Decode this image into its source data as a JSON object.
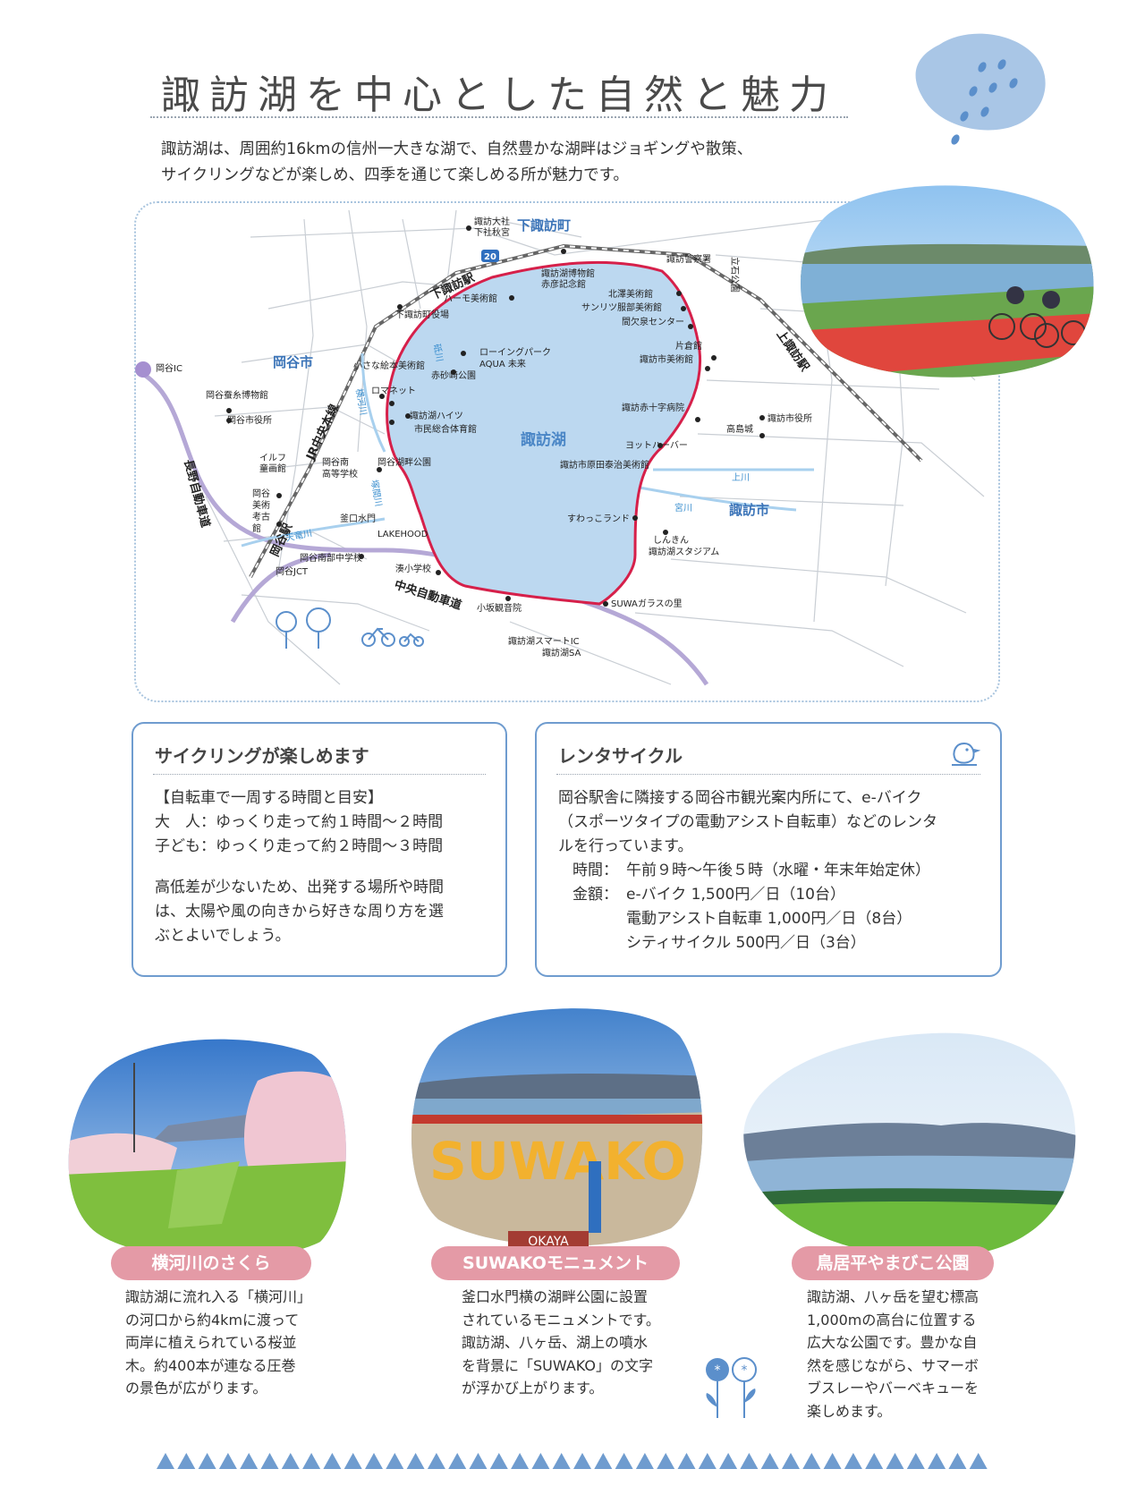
{
  "header": {
    "title": "諏訪湖を中心とした自然と魅力",
    "intro_lines": [
      "諏訪湖は、周囲約16kmの信州一大きな湖で、自然豊かな湖畔はジョギングや散策、",
      "サイクリングなどが楽しめ、四季を通じて楽しめる所が魅力です。"
    ]
  },
  "map": {
    "lake_name": "諏訪湖",
    "cities": [
      "岡谷市",
      "諏訪市",
      "下諏訪町"
    ],
    "rail": [
      "JR中央本線",
      "下諏訪駅",
      "上諏訪駅",
      "岡谷駅"
    ],
    "roads": [
      "長野自動車道",
      "中央自動車道"
    ],
    "rivers": [
      "横河川",
      "天竜川",
      "塚間川",
      "砥川",
      "上川",
      "宮川"
    ],
    "route_badge": "20",
    "places": [
      "諏訪大社",
      "下社秋宮",
      "ハーモ美術館",
      "下諏訪町役場",
      "諏訪湖博物館",
      "赤彦記念館",
      "諏訪警察署",
      "立石公園",
      "北澤美術館",
      "サンリツ服部美術館",
      "間欠泉センター",
      "片倉館",
      "諏訪市美術館",
      "諏訪赤十字病院",
      "諏訪市役所",
      "高島城",
      "ヨットハーバー",
      "諏訪市原田泰治美術館",
      "すわっこランド",
      "しんきん",
      "諏訪湖スタジアム",
      "SUWAガラスの里",
      "小坂観音院",
      "諏訪湖スマートIC",
      "諏訪湖SA",
      "湊小学校",
      "岡谷南部中学校",
      "LAKEHOOD",
      "釜口水門",
      "岡谷湖畔公園",
      "岡谷南",
      "高等学校",
      "市民総合体育館",
      "諏訪湖ハイツ",
      "ロマネット",
      "小さな絵本美術館",
      "赤砂崎公園",
      "ローイングパーク",
      "AQUA 未来",
      "岡谷IC",
      "岡谷蚕糸博物館",
      "岡谷市役所",
      "イルフ",
      "童画館",
      "岡谷JCT",
      "岡谷",
      "美術",
      "考古",
      "館"
    ]
  },
  "cycling": {
    "title": "サイクリングが楽しめます",
    "subtitle": "【自転車で一周する時間と目安】",
    "adult": "大　人：ゆっくり走って約１時間〜２時間",
    "child": "子ども：ゆっくり走って約２時間〜３時間",
    "note_lines": [
      "高低差が少ないため、出発する場所や時間",
      "は、太陽や風の向きから好きな周り方を選",
      "ぶとよいでしょう。"
    ]
  },
  "rental": {
    "title": "レンタサイクル",
    "body_lines": [
      "岡谷駅舎に隣接する岡谷市観光案内所にて、e-バイク",
      "（スポーツタイプの電動アシスト自転車）などのレンタ",
      "ルを行っています。"
    ],
    "hours_label": "時間：",
    "hours_value": "午前９時〜午後５時（水曜・年末年始定休）",
    "price_label": "金額：",
    "prices": [
      "e-バイク 1,500円／日（10台）",
      "電動アシスト自転車 1,000円／日（8台）",
      "シティサイクル 500円／日（3台）"
    ]
  },
  "spots": [
    {
      "label": "横河川のさくら",
      "desc": [
        "諏訪湖に流れ入る「横河川」",
        "の河口から約4kmに渡って",
        "両岸に植えられている桜並",
        "木。約400本が連なる圧巻",
        "の景色が広がります。"
      ]
    },
    {
      "label": "SUWAKOモニュメント",
      "photo_sign": "OKAYA",
      "photo_letters": "SUWAKO",
      "desc": [
        "釜口水門横の湖畔公園に設置",
        "されているモニュメントです。",
        "諏訪湖、八ヶ岳、湖上の噴水",
        "を背景に「SUWAKO」の文字",
        "が浮かび上がります。"
      ]
    },
    {
      "label": "鳥居平やまびこ公園",
      "desc": [
        "諏訪湖、八ヶ岳を望む標高",
        "1,000mの高台に位置する",
        "広大な公園です。豊かな自",
        "然を感じながら、サマーボ",
        "ブスレーやバーベキューを",
        "楽しめます。"
      ]
    }
  ],
  "colors": {
    "accent_blue": "#6f9ccf",
    "lake": "#bcd8f0",
    "route": "#d6204a",
    "label_pink": "#e49aa6",
    "triangle": "#6f9ccf"
  },
  "icons": [
    "rain-blob-icon",
    "bird-icon",
    "tree-icon",
    "bicycle-icon",
    "flower-icon",
    "triangle-border"
  ]
}
